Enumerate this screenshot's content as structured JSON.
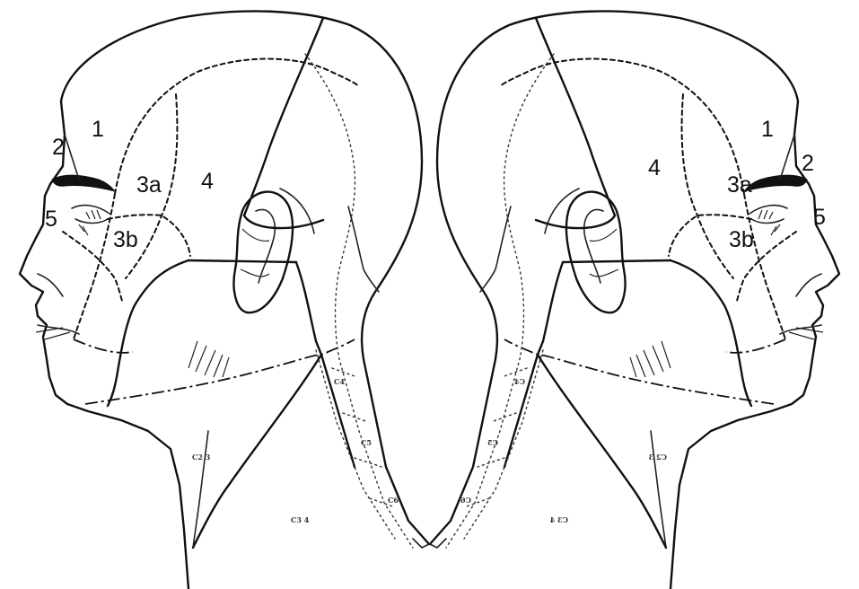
{
  "left_head": {
    "zone_labels": {
      "z1": "1",
      "z2": "2",
      "z3a": "3a",
      "z3b": "3b",
      "z4": "4",
      "z5": "5"
    },
    "dermatome_labels": {
      "c4_back": "C4",
      "c5_back": "C5",
      "c6_back": "C6",
      "c23": "C2 3",
      "c34": "C3 4"
    }
  },
  "right_head": {
    "zone_labels": {
      "z1": "1",
      "z2": "2",
      "z3a": "3a",
      "z3b": "3b",
      "z4": "4",
      "z5": "5"
    },
    "dermatome_labels": {
      "c4_back": "C4",
      "c5_back": "C5",
      "c6_back": "C6",
      "c23": "C2 3",
      "c34": "C3 4"
    }
  }
}
